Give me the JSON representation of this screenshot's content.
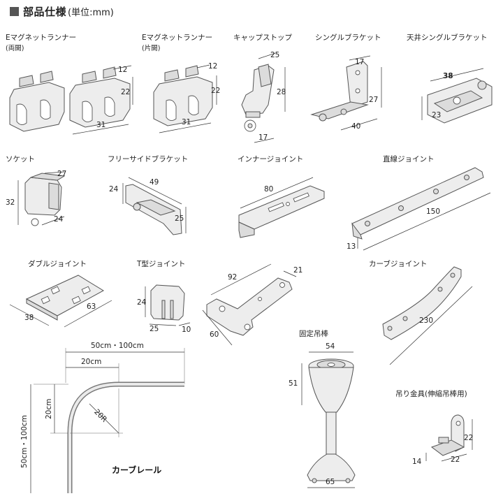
{
  "header": {
    "title": "部品仕様",
    "unit": "(単位:mm)"
  },
  "parts": {
    "runner_double": {
      "name": "Eマグネットランナー",
      "variant": "(両開)",
      "dims": [
        "12",
        "22",
        "31"
      ]
    },
    "runner_single": {
      "name": "Eマグネットランナー",
      "variant": "(片開)",
      "dims": [
        "12",
        "22",
        "31"
      ]
    },
    "cap_stop": {
      "name": "キャップストップ",
      "dims": [
        "25",
        "28",
        "17"
      ]
    },
    "single_bracket": {
      "name": "シングルブラケット",
      "dims": [
        "17",
        "27",
        "40"
      ]
    },
    "ceiling_bracket": {
      "name": "天井シングルブラケット",
      "dims": [
        "38",
        "23"
      ]
    },
    "socket": {
      "name": "ソケット",
      "dims": [
        "27",
        "32",
        "24"
      ]
    },
    "free_side_bracket": {
      "name": "フリーサイドブラケット",
      "dims": [
        "49",
        "24",
        "25"
      ]
    },
    "inner_joint": {
      "name": "インナージョイント",
      "dims": [
        "80"
      ]
    },
    "straight_joint": {
      "name": "直線ジョイント",
      "dims": [
        "150",
        "13"
      ]
    },
    "double_joint": {
      "name": "ダブルジョイント",
      "dims": [
        "38",
        "63"
      ]
    },
    "t_joint": {
      "name": "T型ジョイント",
      "dims": [
        "24",
        "25",
        "10"
      ]
    },
    "t_plate": {
      "dims": [
        "92",
        "21",
        "60"
      ]
    },
    "curve_joint": {
      "name": "カーブジョイント",
      "dims": [
        "230"
      ]
    },
    "fixed_rod": {
      "name": "固定吊棒",
      "dims": [
        "54",
        "51",
        "65"
      ]
    },
    "hanger": {
      "name": "吊り金具(伸縮吊棒用)",
      "dims": [
        "22",
        "14",
        "22"
      ]
    },
    "curve_rail": {
      "name": "カーブレール",
      "dims": [
        "50cm・100cm",
        "20cm",
        "20cm",
        "20R",
        "50cm・100cm"
      ]
    }
  }
}
